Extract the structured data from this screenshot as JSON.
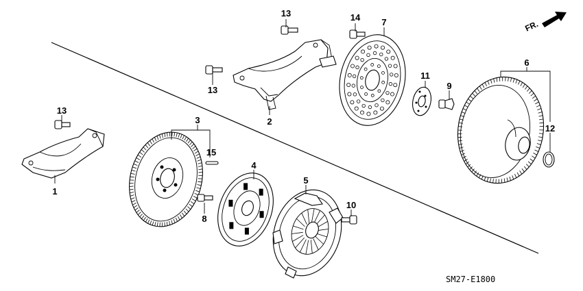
{
  "diagram_code": "SM27-E1800",
  "direction_label": "FR.",
  "labels": {
    "p1": "1",
    "p2": "2",
    "p3": "3",
    "p4": "4",
    "p5": "5",
    "p6": "6",
    "p7": "7",
    "p8": "8",
    "p9": "9",
    "p10": "10",
    "p11": "11",
    "p12": "12",
    "p13a": "13",
    "p13b": "13",
    "p13c": "13",
    "p14": "14",
    "p15": "15"
  }
}
